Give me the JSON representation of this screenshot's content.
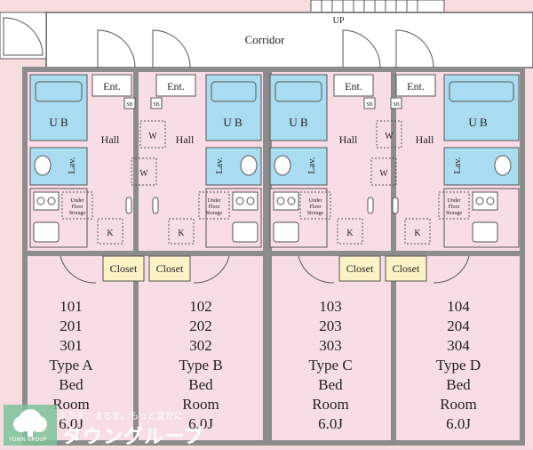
{
  "labels": {
    "corridor": "Corridor",
    "up": "UP",
    "ent": "Ent.",
    "hall": "Hall",
    "ub": "U B",
    "lav": "Lav.",
    "sb": "SB",
    "w": "W",
    "k": "K",
    "under_floor_1": "Under",
    "under_floor_2": "Floor",
    "under_floor_3": "Storage",
    "closet": "Closet"
  },
  "units": [
    {
      "rooms": [
        "101",
        "201",
        "301"
      ],
      "type": "Type A",
      "bed": "Bed",
      "room": "Room",
      "size": "6.0J"
    },
    {
      "rooms": [
        "102",
        "202",
        "302"
      ],
      "type": "Type B",
      "bed": "Bed",
      "room": "Room",
      "size": "6.0J"
    },
    {
      "rooms": [
        "103",
        "203",
        "303"
      ],
      "type": "Type C",
      "bed": "Bed",
      "room": "Room",
      "size": "6.0J"
    },
    {
      "rooms": [
        "104",
        "204",
        "304"
      ],
      "type": "Type D",
      "bed": "Bed",
      "room": "Room",
      "size": "6.0J"
    }
  ],
  "brand": {
    "tagline": "まちを、まちを、もっと豊かに",
    "name": "タウングループ",
    "small": "TOWN GROUP"
  },
  "colors": {
    "wall": "#8c8c8c",
    "room_pink": "#f8dde6",
    "bath_blue": "#a9dcf0",
    "corridor": "#ffffff",
    "closet": "#fbf3c6",
    "brand_green": "#7cc29a"
  }
}
